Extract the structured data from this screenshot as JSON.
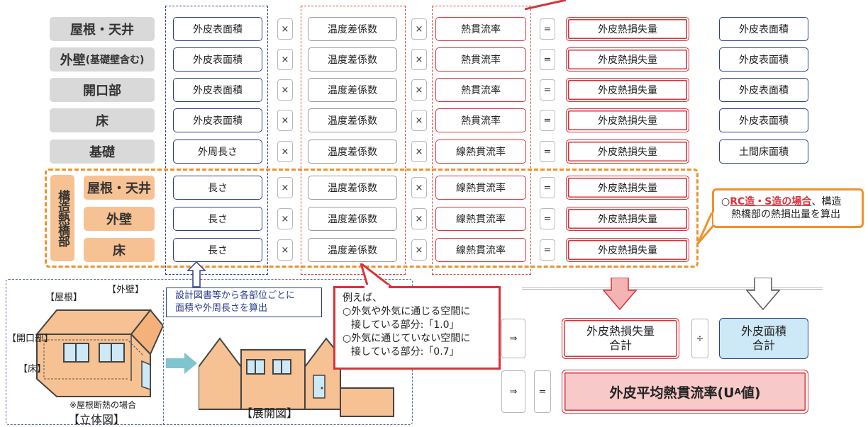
{
  "rows": [
    {
      "category": "屋根・天井",
      "dimension": "外皮表面積",
      "coefficient": "温度差係数",
      "rate": "熱貫流率",
      "loss": "外皮熱損失量",
      "area": "外皮表面積"
    },
    {
      "category": "外壁",
      "category_sub": "(基礎壁含む)",
      "dimension": "外皮表面積",
      "coefficient": "温度差係数",
      "rate": "熱貫流率",
      "loss": "外皮熱損失量",
      "area": "外皮表面積"
    },
    {
      "category": "開口部",
      "dimension": "外皮表面積",
      "coefficient": "温度差係数",
      "rate": "熱貫流率",
      "loss": "外皮熱損失量",
      "area": "外皮表面積"
    },
    {
      "category": "床",
      "dimension": "外皮表面積",
      "coefficient": "温度差係数",
      "rate": "熱貫流率",
      "loss": "外皮熱損失量",
      "area": "外皮表面積"
    },
    {
      "category": "基礎",
      "dimension": "外周長さ",
      "coefficient": "温度差係数",
      "rate": "線熱貫流率",
      "loss": "外皮熱損失量",
      "area": "土間床面積"
    }
  ],
  "bridge": {
    "group_label": "構造熱橋部",
    "rows": [
      {
        "category": "屋根・天井",
        "dimension": "長さ",
        "coefficient": "温度差係数",
        "rate": "線熱貫流率",
        "loss": "外皮熱損失量"
      },
      {
        "category": "外壁",
        "dimension": "長さ",
        "coefficient": "温度差係数",
        "rate": "線熱貫流率",
        "loss": "外皮熱損失量"
      },
      {
        "category": "床",
        "dimension": "長さ",
        "coefficient": "温度差係数",
        "rate": "線熱貫流率",
        "loss": "外皮熱損失量"
      }
    ]
  },
  "ops": {
    "times": "×",
    "equals": "=",
    "arrow": "⇒",
    "divide": "÷"
  },
  "callouts": {
    "rc_circle": "○",
    "rc_highlight": "RC造・S造の場合",
    "rc_rest": "、構造",
    "rc_line2": "熱橋部の熱損出量を算出",
    "design_line1": "設計図書等から各部位ごとに",
    "design_line2": "面積や外周長さを算出",
    "example_title": "例えば、",
    "example_l1": "○外気や外気に通じる空間に",
    "example_l2": "接している部分:「1.0」",
    "example_l3": "○外気に通じていない空間に",
    "example_l4": "接している部分:「0.7」"
  },
  "figure": {
    "roof": "【屋根】",
    "wall": "【外壁】",
    "opening": "【開口部】",
    "floor": "【床】",
    "roof_note": "※屋根断熱の場合",
    "iso_caption": "【立体図】",
    "dev_caption": "【展開図】"
  },
  "totals": {
    "loss_l1": "外皮熱損失量",
    "loss_l2": "合計",
    "area_l1": "外皮面積",
    "area_l2": "合計",
    "result_main": "外皮平均熱貫流率(U",
    "result_sub": "A",
    "result_end": "値)"
  },
  "colors": {
    "blue": "#2b3d8f",
    "red": "#d9323a",
    "orange": "#f0912b",
    "orange_fill": "#f7c293",
    "light_blue": "#cde8f6"
  }
}
